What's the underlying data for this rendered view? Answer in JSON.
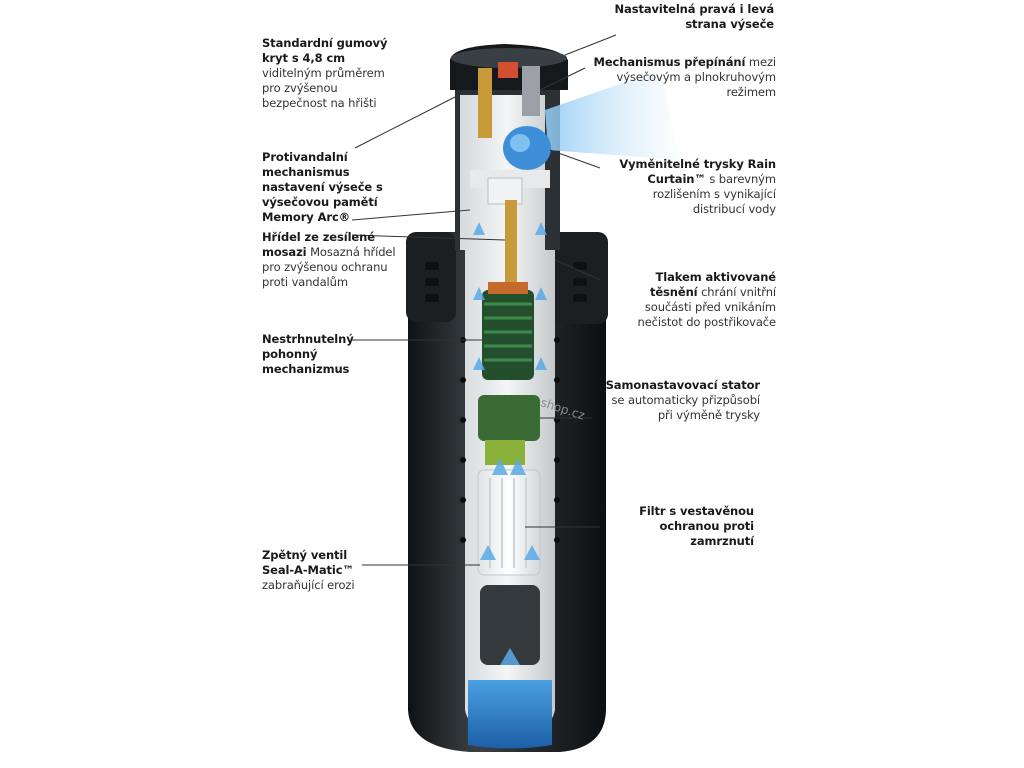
{
  "labels": {
    "kryt": {
      "bold": "Standardní gumový kryt s 4,8 cm",
      "normal": "viditelným průměrem pro zvýšenou bezpečnost na hřišti"
    },
    "protivandalni": {
      "bold": "Protivandalní mechanismus nastavení výseče s výsečovou pamětí Memory Arc®",
      "normal": ""
    },
    "hridel": {
      "bold": "Hřídel ze zesílené mosazi",
      "normal": "Mosazná hřídel pro zvýšenou ochranu proti vandalům"
    },
    "pohon": {
      "bold": "Nestrhnutelný pohonný mechanizmus",
      "normal": ""
    },
    "ventil": {
      "bold": "Zpětný ventil Seal-A-Matic™",
      "normal": "zabraňující erozi"
    },
    "strana": {
      "bold": "Nastavitelná pravá i levá strana výseče",
      "normal": ""
    },
    "prepinani": {
      "bold": "Mechanismus přepínání",
      "normal": "mezi výsečovým a plnokruhovým režimem"
    },
    "trysky": {
      "bold": "Vyměnitelné trysky Rain Curtain™",
      "normal": "s barevným rozlišením s vynikající distribucí vody"
    },
    "tesneni": {
      "bold": "Tlakem aktivované těsnění",
      "normal": "chrání vnitřní součásti před vnikáním nečistot do postřikovače"
    },
    "stator": {
      "bold": "Samonastavovací stator",
      "normal": "se automaticky přizpůsobí při výměně trysky"
    },
    "filtr": {
      "bold": "Filtr s vestavěnou ochranou proti zamrznutí",
      "normal": ""
    }
  },
  "watermark": "shop.cz",
  "colors": {
    "body_dark": "#1f2326",
    "body_mid": "#3a3f44",
    "water_blue": "#5aa9e6",
    "brass": "#c99a3a",
    "green": "#2f6b3a",
    "leader": "#333333"
  }
}
